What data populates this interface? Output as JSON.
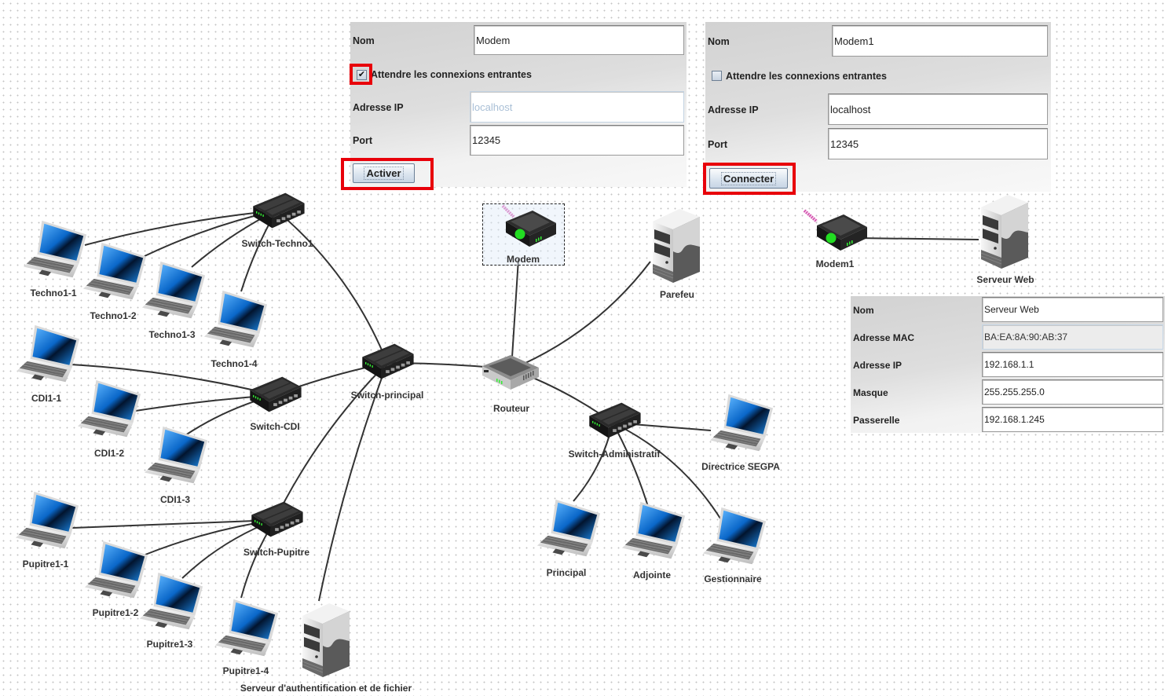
{
  "colors": {
    "highlight": "#e8000a",
    "led": "#22dd22",
    "link": "#333333",
    "screen": "#1178d8"
  },
  "modem_panel": {
    "nom_label": "Nom",
    "nom_value": "Modem",
    "listen_label": "Attendre les connexions entrantes",
    "listen_checked": true,
    "ip_label": "Adresse IP",
    "ip_value": "localhost",
    "port_label": "Port",
    "port_value": "12345",
    "button_label": "Activer"
  },
  "modem1_panel": {
    "nom_label": "Nom",
    "nom_value": "Modem1",
    "listen_label": "Attendre les connexions entrantes",
    "listen_checked": false,
    "ip_label": "Adresse IP",
    "ip_value": "localhost",
    "port_label": "Port",
    "port_value": "12345",
    "button_label": "Connecter"
  },
  "server_panel": {
    "rows": [
      {
        "label": "Nom",
        "value": "Serveur Web"
      },
      {
        "label": "Adresse MAC",
        "value": "BA:EA:8A:90:AB:37"
      },
      {
        "label": "Adresse IP",
        "value": "192.168.1.1"
      },
      {
        "label": "Masque",
        "value": "255.255.255.0"
      },
      {
        "label": "Passerelle",
        "value": "192.168.1.245"
      }
    ]
  },
  "nodes": {
    "switch_techno1": {
      "label": "Switch-Techno1",
      "type": "switch"
    },
    "techno1_1": {
      "label": "Techno1-1",
      "type": "laptop"
    },
    "techno1_2": {
      "label": "Techno1-2",
      "type": "laptop"
    },
    "techno1_3": {
      "label": "Techno1-3",
      "type": "laptop"
    },
    "techno1_4": {
      "label": "Techno1-4",
      "type": "laptop"
    },
    "switch_principal": {
      "label": "Switch-principal",
      "type": "switch"
    },
    "switch_cdi": {
      "label": "Switch-CDI",
      "type": "switch"
    },
    "cdi1_1": {
      "label": "CDI1-1",
      "type": "laptop"
    },
    "cdi1_2": {
      "label": "CDI1-2",
      "type": "laptop"
    },
    "cdi1_3": {
      "label": "CDI1-3",
      "type": "laptop"
    },
    "switch_pupitre": {
      "label": "Switch-Pupitre",
      "type": "switch"
    },
    "pupitre1_1": {
      "label": "Pupitre1-1",
      "type": "laptop"
    },
    "pupitre1_2": {
      "label": "Pupitre1-2",
      "type": "laptop"
    },
    "pupitre1_3": {
      "label": "Pupitre1-3",
      "type": "laptop"
    },
    "pupitre1_4": {
      "label": "Pupitre1-4",
      "type": "laptop"
    },
    "serveur_auth": {
      "label": "Serveur d'authentification et de fichier",
      "type": "server"
    },
    "modem": {
      "label": "Modem",
      "type": "modem",
      "selected": true
    },
    "routeur": {
      "label": "Routeur",
      "type": "router"
    },
    "parefeu": {
      "label": "Parefeu",
      "type": "server"
    },
    "switch_admin": {
      "label": "Switch-Administratif",
      "type": "switch"
    },
    "directrice": {
      "label": "Directrice SEGPA",
      "type": "laptop"
    },
    "principal": {
      "label": "Principal",
      "type": "laptop"
    },
    "adjointe": {
      "label": "Adjointe",
      "type": "laptop"
    },
    "gestionnaire": {
      "label": "Gestionnaire",
      "type": "laptop"
    },
    "modem1": {
      "label": "Modem1",
      "type": "modem"
    },
    "serveur_web": {
      "label": "Serveur Web",
      "type": "server"
    }
  },
  "links": [
    [
      "techno1_1",
      "switch_techno1"
    ],
    [
      "techno1_2",
      "switch_techno1"
    ],
    [
      "techno1_3",
      "switch_techno1"
    ],
    [
      "techno1_4",
      "switch_techno1"
    ],
    [
      "switch_techno1",
      "switch_principal"
    ],
    [
      "cdi1_1",
      "switch_cdi"
    ],
    [
      "cdi1_2",
      "switch_cdi"
    ],
    [
      "cdi1_3",
      "switch_cdi"
    ],
    [
      "switch_cdi",
      "switch_principal"
    ],
    [
      "pupitre1_1",
      "switch_pupitre"
    ],
    [
      "pupitre1_2",
      "switch_pupitre"
    ],
    [
      "pupitre1_3",
      "switch_pupitre"
    ],
    [
      "pupitre1_4",
      "switch_pupitre"
    ],
    [
      "switch_pupitre",
      "switch_principal"
    ],
    [
      "serveur_auth",
      "switch_principal"
    ],
    [
      "switch_principal",
      "routeur"
    ],
    [
      "modem",
      "routeur"
    ],
    [
      "parefeu",
      "routeur"
    ],
    [
      "routeur",
      "switch_admin"
    ],
    [
      "switch_admin",
      "directrice"
    ],
    [
      "switch_admin",
      "principal"
    ],
    [
      "switch_admin",
      "adjointe"
    ],
    [
      "switch_admin",
      "gestionnaire"
    ],
    [
      "modem1",
      "serveur_web"
    ]
  ]
}
